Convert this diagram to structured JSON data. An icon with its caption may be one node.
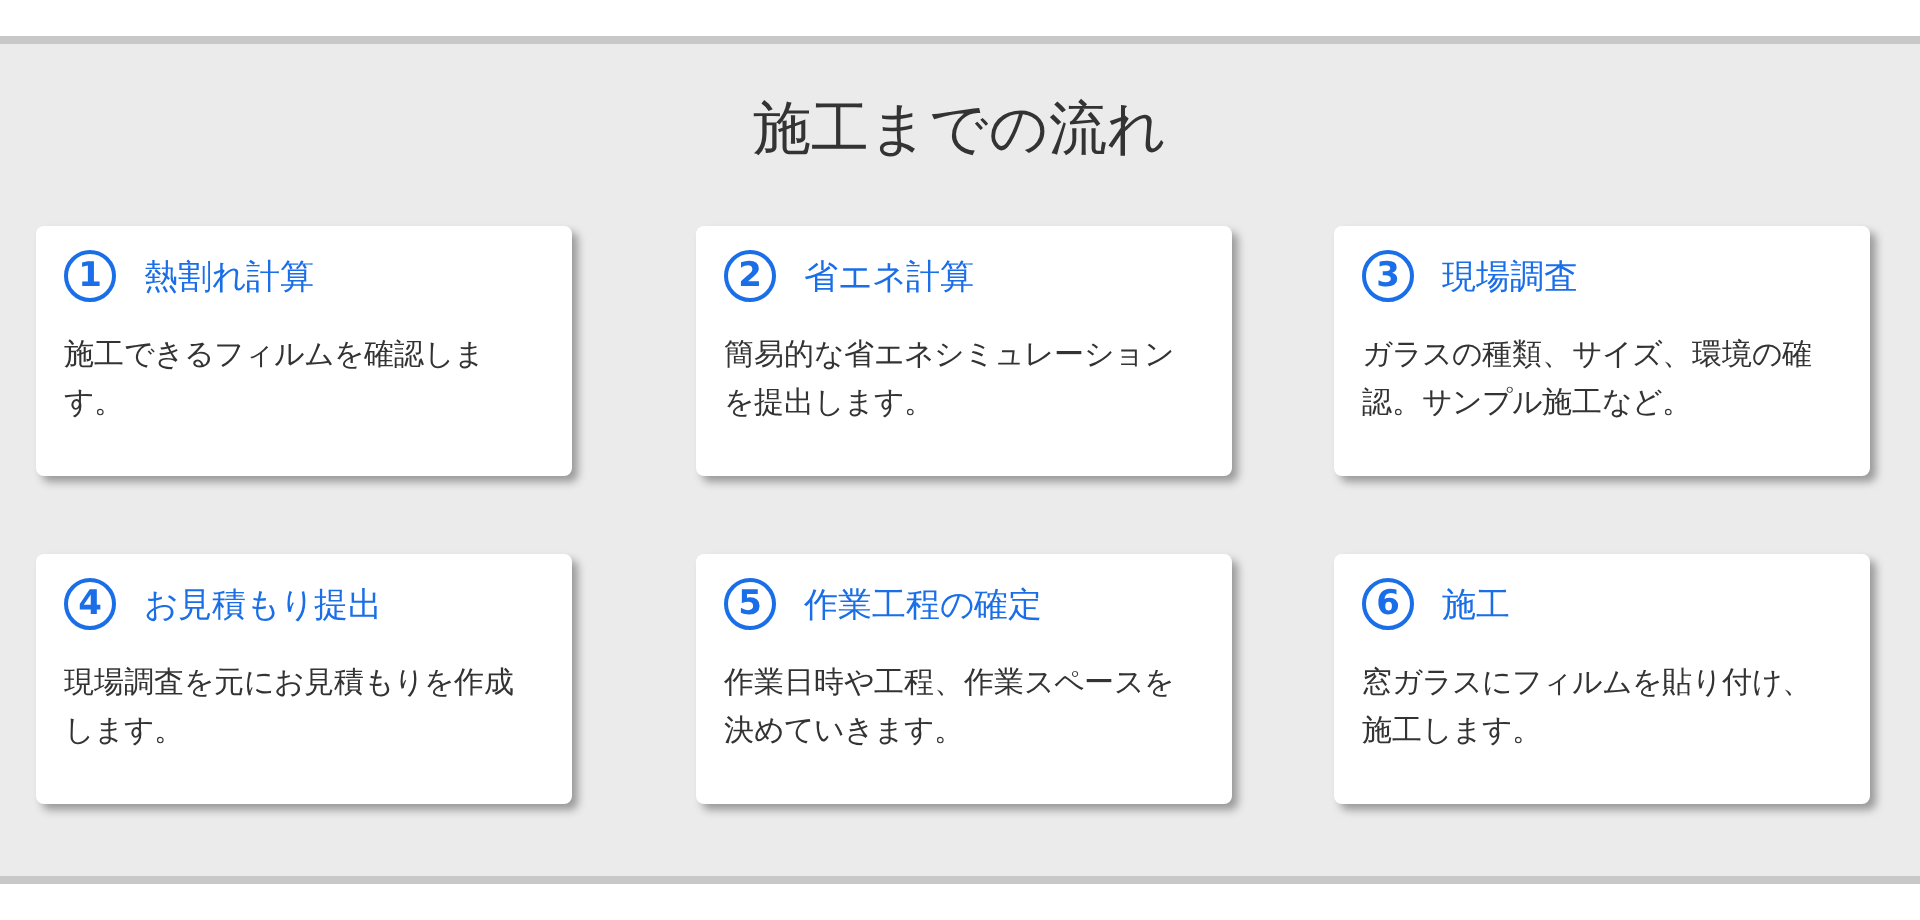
{
  "diagram": {
    "title": "施工までの流れ",
    "nodes": [
      {
        "text": [
          "1",
          "熱割れ計算",
          "施工できるフィルムを確認します。"
        ]
      },
      {
        "text": [
          "2",
          "省エネ計算",
          "簡易的な省エネシミュレーションを提出します。"
        ]
      },
      {
        "text": [
          "3",
          "現場調査",
          "ガラスの種類、サイズ、環境の確認。サンプル施工など。"
        ]
      },
      {
        "text": [
          "4",
          "お見積もり提出",
          "現場調査を元にお見積もりを作成します。"
        ]
      },
      {
        "text": [
          "5",
          "作業工程の確定",
          "作業日時や工程、作業スペースを決めていきます。"
        ]
      },
      {
        "text": [
          "6",
          "施工",
          "窓ガラスにフィルムを貼り付け、施工します。"
        ]
      }
    ]
  }
}
